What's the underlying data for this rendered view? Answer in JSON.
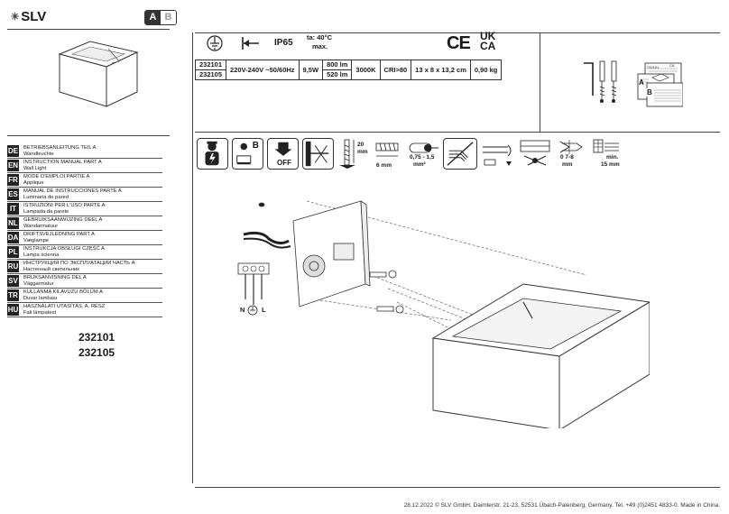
{
  "brand": {
    "name": "SLV"
  },
  "badge": {
    "a": "A",
    "b": "B"
  },
  "symbols": {
    "ip": "IP65",
    "ta": "ta: 40°C",
    "ta_max": "max.",
    "ce": "CE",
    "ukca_1": "UK",
    "ukca_2": "CA"
  },
  "spec_table": {
    "rows": [
      {
        "code": "232101",
        "lumen": "800 lm"
      },
      {
        "code": "232105",
        "lumen": "520 lm"
      }
    ],
    "voltage": "220V-240V ~50/60Hz",
    "power": "9,5W",
    "cct": "3000K",
    "cri": "CRI>80",
    "dimensions": "13 x 8 x 13,2 cm",
    "weight": "0,90 kg"
  },
  "icon_labels": {
    "b": "B",
    "off": "OFF",
    "mm20": "20",
    "mm20_unit": "mm",
    "mm6": "6 mm",
    "wire": "0,75 - 1,5",
    "wire_unit": "mm²",
    "strip": "0 7-8",
    "strip_unit": "mm",
    "min": "min.",
    "min_val": "15 mm"
  },
  "page_labels": {
    "a": "A",
    "b": "B",
    "doc_no": "232101",
    "letters": "CA"
  },
  "terminal": {
    "n": "N",
    "l": "L"
  },
  "languages": [
    {
      "code": "DE",
      "line1": "Betriebsanleitung Teil A",
      "line2": "Wandleuchte"
    },
    {
      "code": "EN",
      "line1": "Instruction manual part A",
      "line2": "Wall Light"
    },
    {
      "code": "FR",
      "line1": "Mode d'emploi partie A",
      "line2": "Applique"
    },
    {
      "code": "ES",
      "line1": "Manual de instrucciones parte A",
      "line2": "Luminaria de pared"
    },
    {
      "code": "IT",
      "line1": "Istruzioni per l'uso parte A",
      "line2": "Lampada da parete"
    },
    {
      "code": "NL",
      "line1": "Gebruiksaanwijzing deel A",
      "line2": "Wandarmatuur"
    },
    {
      "code": "DA",
      "line1": "Driftsvejledning part A",
      "line2": "Væglampe"
    },
    {
      "code": "PL",
      "line1": "Instrukcja obsługi część A",
      "line2": "Lampa ścienna"
    },
    {
      "code": "RU",
      "line1": "Инструкция по эксплуатации часть A",
      "line2": "Настенный светильник"
    },
    {
      "code": "SV",
      "line1": "Bruksanvisning del A",
      "line2": "Väggarmatur"
    },
    {
      "code": "TR",
      "line1": "Kullanma kılavuzu Bölüm A",
      "line2": "Duvar lambası"
    },
    {
      "code": "HU",
      "line1": "Használati utasítás, A. rész",
      "line2": "Fali lámpatest"
    }
  ],
  "models": [
    "232101",
    "232105"
  ],
  "footer": "28.12.2022 © SLV GmbH, Daimlerstr. 21-23, 52531 Übach-Palenberg, Germany, Tel. +49 (0)2451 4833-0. Made in China."
}
